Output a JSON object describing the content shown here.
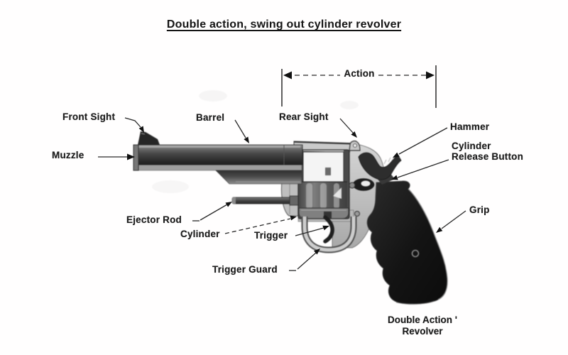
{
  "title": "Double action, swing out cylinder revolver",
  "labels": {
    "action": "Action",
    "front_sight": "Front Sight",
    "muzzle": "Muzzle",
    "barrel": "Barrel",
    "rear_sight": "Rear Sight",
    "hammer": "Hammer",
    "cylinder_release_line1": "Cylinder",
    "cylinder_release_line2": "Release Button",
    "grip": "Grip",
    "ejector_rod": "Ejector Rod",
    "cylinder": "Cylinder",
    "trigger": "Trigger",
    "trigger_guard": "Trigger Guard"
  },
  "caption": {
    "line1": "Double Action '",
    "line2": "Revolver"
  },
  "colors": {
    "background": "#ffffff",
    "ink": "#1b1b1b",
    "barrel_metal_dark": "#3a3a3a",
    "frame_metal_light": "#c4c4c4",
    "cylinder_metal": "#6d6d6d",
    "grip_black": "#141414"
  }
}
